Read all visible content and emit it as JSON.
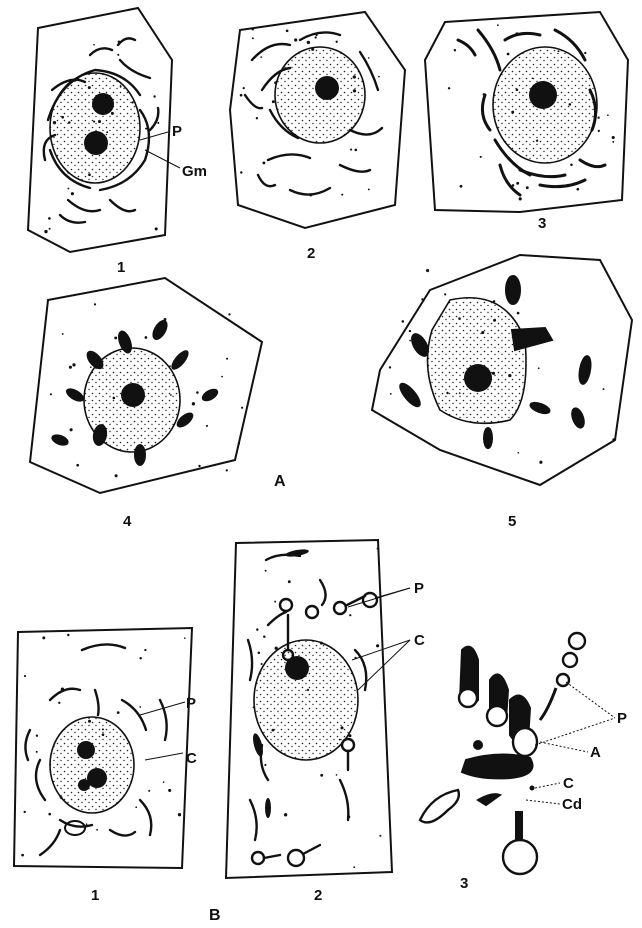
{
  "section_labels": {
    "a": "A",
    "b": "B"
  },
  "panels_a": [
    "1",
    "2",
    "3",
    "4",
    "5"
  ],
  "panels_b": [
    "1",
    "2",
    "3"
  ],
  "annotations": {
    "a1_p": "P",
    "a1_gm": "Gm",
    "b1_p": "P",
    "b1_c": "C",
    "b2_p": "P",
    "b2_c": "C",
    "b3_p": "P",
    "b3_a": "A",
    "b3_c": "C",
    "b3_cd": "Cd"
  },
  "colors": {
    "ink": "#111111",
    "nucleus_fill": "#f3f3f3",
    "paper": "#ffffff"
  }
}
